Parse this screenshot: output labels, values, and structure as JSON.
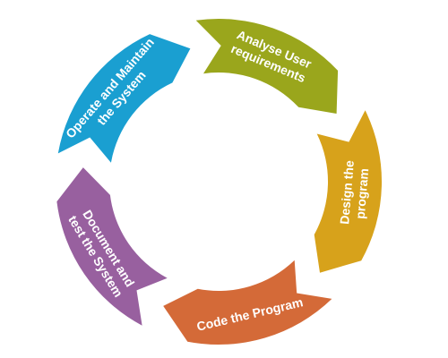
{
  "diagram": {
    "stages": [
      {
        "id": "analyse",
        "lines": [
          "Analyse User",
          "requirements"
        ],
        "color": "#9aa61c"
      },
      {
        "id": "design",
        "lines": [
          "Design the",
          "program"
        ],
        "color": "#d7a21b"
      },
      {
        "id": "code",
        "lines": [
          "Code the Program"
        ],
        "color": "#d46a38"
      },
      {
        "id": "document",
        "lines": [
          "Document and",
          "test the System"
        ],
        "color": "#98609f"
      },
      {
        "id": "operate",
        "lines": [
          "Operate and Maintain",
          "the System"
        ],
        "color": "#1a9fd1"
      }
    ]
  }
}
